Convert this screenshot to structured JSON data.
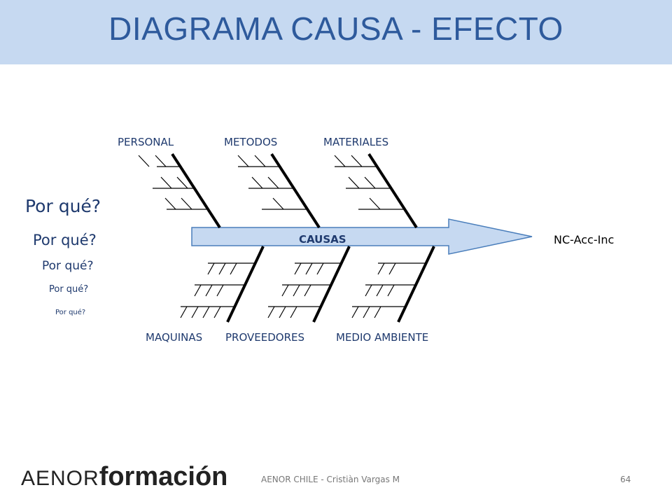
{
  "title": "DIAGRAMA CAUSA - EFECTO",
  "diagram": {
    "top_categories": [
      "PERSONAL",
      "METODOS",
      "MATERIALES"
    ],
    "bottom_categories": [
      "MAQUINAS",
      "PROVEEDORES",
      "MEDIO AMBIENTE"
    ],
    "spine_label": "CAUSAS",
    "effect": "NC-Acc-Inc",
    "why_questions": [
      "Por qué?",
      "Por qué?",
      "Por qué?",
      "Por qué?",
      "Por qué?"
    ]
  },
  "footer": {
    "logo_part1": "AENOR",
    "logo_part2": "formación",
    "text": "AENOR CHILE - Cristiàn Vargas M",
    "page_number": "64"
  },
  "colors": {
    "header_bg": "#c6d9f1",
    "title": "#2e5a9c",
    "arrow_fill": "#c6d9f1",
    "arrow_stroke": "#4a7ebb"
  }
}
